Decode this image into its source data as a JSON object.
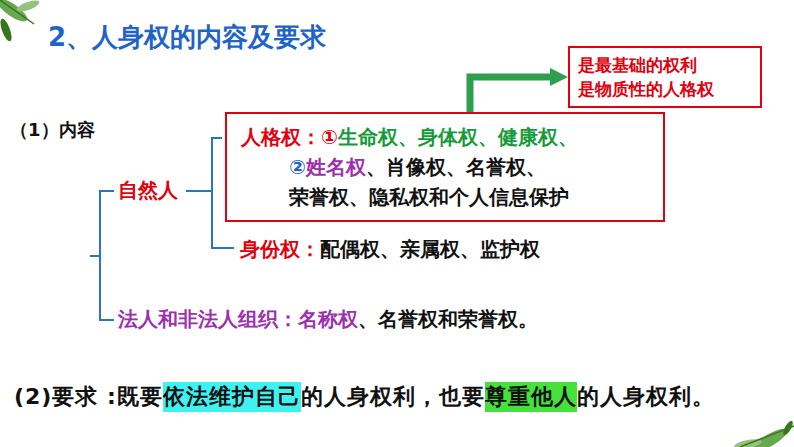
{
  "diagram": {
    "title": "2、人身权的内容及要求",
    "nodes": [
      {
        "text": [
          "人格权：",
          "①",
          "生命权、身体权、健康权、",
          "②",
          "姓名权",
          "、肖像权、名誉权、",
          "荣誉权、隐私权和个人信息保护"
        ]
      },
      {
        "text": [
          "是最基础的权利",
          "是物质性的人格权"
        ]
      }
    ],
    "edges": [
      {
        "from": 0,
        "to": 1,
        "arrow": "to"
      }
    ],
    "labels": [
      "（1）内容",
      "自然人",
      "身份权：",
      "配偶权、亲属权、监护权",
      "法人和非法人组织：",
      "名称权",
      "、名誉权和荣誉权。",
      "(2)要求 :既要",
      "依法维护自己",
      "的人身权利，也要",
      "尊重他人",
      "的人身权利。"
    ]
  }
}
